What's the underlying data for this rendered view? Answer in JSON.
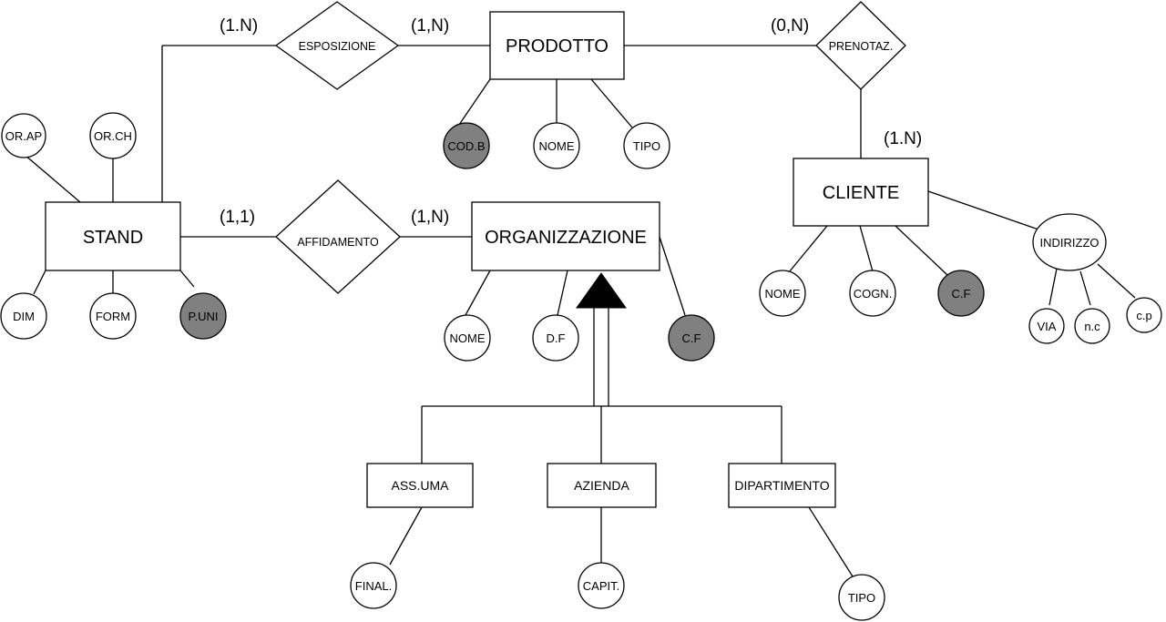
{
  "entities": {
    "prodotto": "PRODOTTO",
    "stand": "STAND",
    "organizzazione": "ORGANIZZAZIONE",
    "cliente": "CLIENTE",
    "ass_uma": "ASS.UMA",
    "azienda": "AZIENDA",
    "dipartimento": "DIPARTIMENTO"
  },
  "relationships": {
    "esposizione": "ESPOSIZIONE",
    "affidamento": "AFFIDAMENTO",
    "prenotaz": "PRENOTAZ."
  },
  "cardinalities": {
    "stand_esposizione": "(1.N)",
    "esposizione_prodotto": "(1,N)",
    "prodotto_prenotaz": "(0,N)",
    "prenotaz_cliente": "(1.N)",
    "stand_affidamento": "(1,1)",
    "affidamento_organizzazione": "(1,N)"
  },
  "attributes": {
    "stand": {
      "or_ap": "OR.AP",
      "or_ch": "OR.CH",
      "dim": "DIM",
      "form": "FORM",
      "p_uni": "P.UNI"
    },
    "prodotto": {
      "cod_b": "COD.B",
      "nome": "NOME",
      "tipo": "TIPO"
    },
    "organizzazione": {
      "nome": "NOME",
      "d_f": "D.F",
      "c_f": "C.F"
    },
    "cliente": {
      "nome": "NOME",
      "cogn": "COGN.",
      "c_f": "C.F",
      "indirizzo": "INDIRIZZO"
    },
    "indirizzo": {
      "via": "VIA",
      "n_c": "n.c",
      "c_p": "c.p"
    },
    "ass_uma": {
      "final": "FINAL."
    },
    "azienda": {
      "capit": "CAPIT."
    },
    "dipartimento": {
      "tipo": "TIPO"
    }
  },
  "colors": {
    "key_attribute_fill": "#808080",
    "line": "#000000",
    "background": "#ffffff"
  }
}
